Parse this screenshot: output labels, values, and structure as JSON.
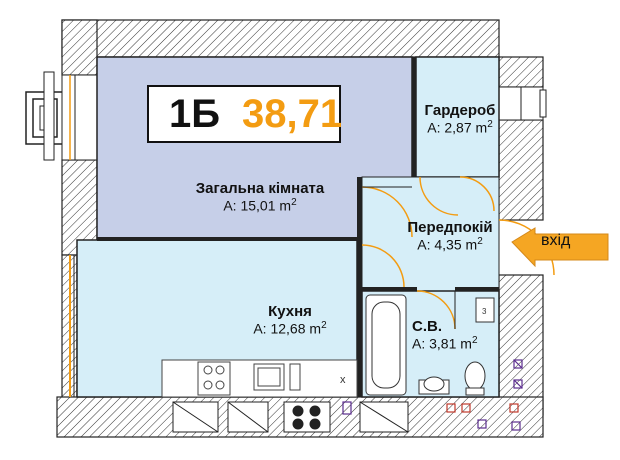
{
  "apartment": {
    "code": "1Б",
    "area": "38,71"
  },
  "rooms": [
    {
      "id": "living",
      "name": "Загальна кімната",
      "area_prefix": "A: ",
      "area": "15,01",
      "unit": "m",
      "unit_sup": "2",
      "fill": "#c6cfe8"
    },
    {
      "id": "wardrobe",
      "name": "Гардероб",
      "area_prefix": "A: ",
      "area": "2,87",
      "unit": "m",
      "unit_sup": "2",
      "fill": "#d6eef8"
    },
    {
      "id": "hallway",
      "name": "Передпокій",
      "area_prefix": "A: ",
      "area": "4,35",
      "unit": "m",
      "unit_sup": "2",
      "fill": "#d6eef8"
    },
    {
      "id": "kitchen",
      "name": "Кухня",
      "area_prefix": "A: ",
      "area": "12,68",
      "unit": "m",
      "unit_sup": "2",
      "fill": "#d6eef8"
    },
    {
      "id": "bathroom",
      "name": "С.В.",
      "area_prefix": "A: ",
      "area": "3,81",
      "unit": "m",
      "unit_sup": "2",
      "fill": "#d6eef8"
    }
  ],
  "entry": {
    "label": "вхід",
    "arrow_color": "#f5a623"
  },
  "colors": {
    "wall_hatch": "#333333",
    "door_arc": "#f39c12",
    "area_accent": "#f39c12"
  }
}
